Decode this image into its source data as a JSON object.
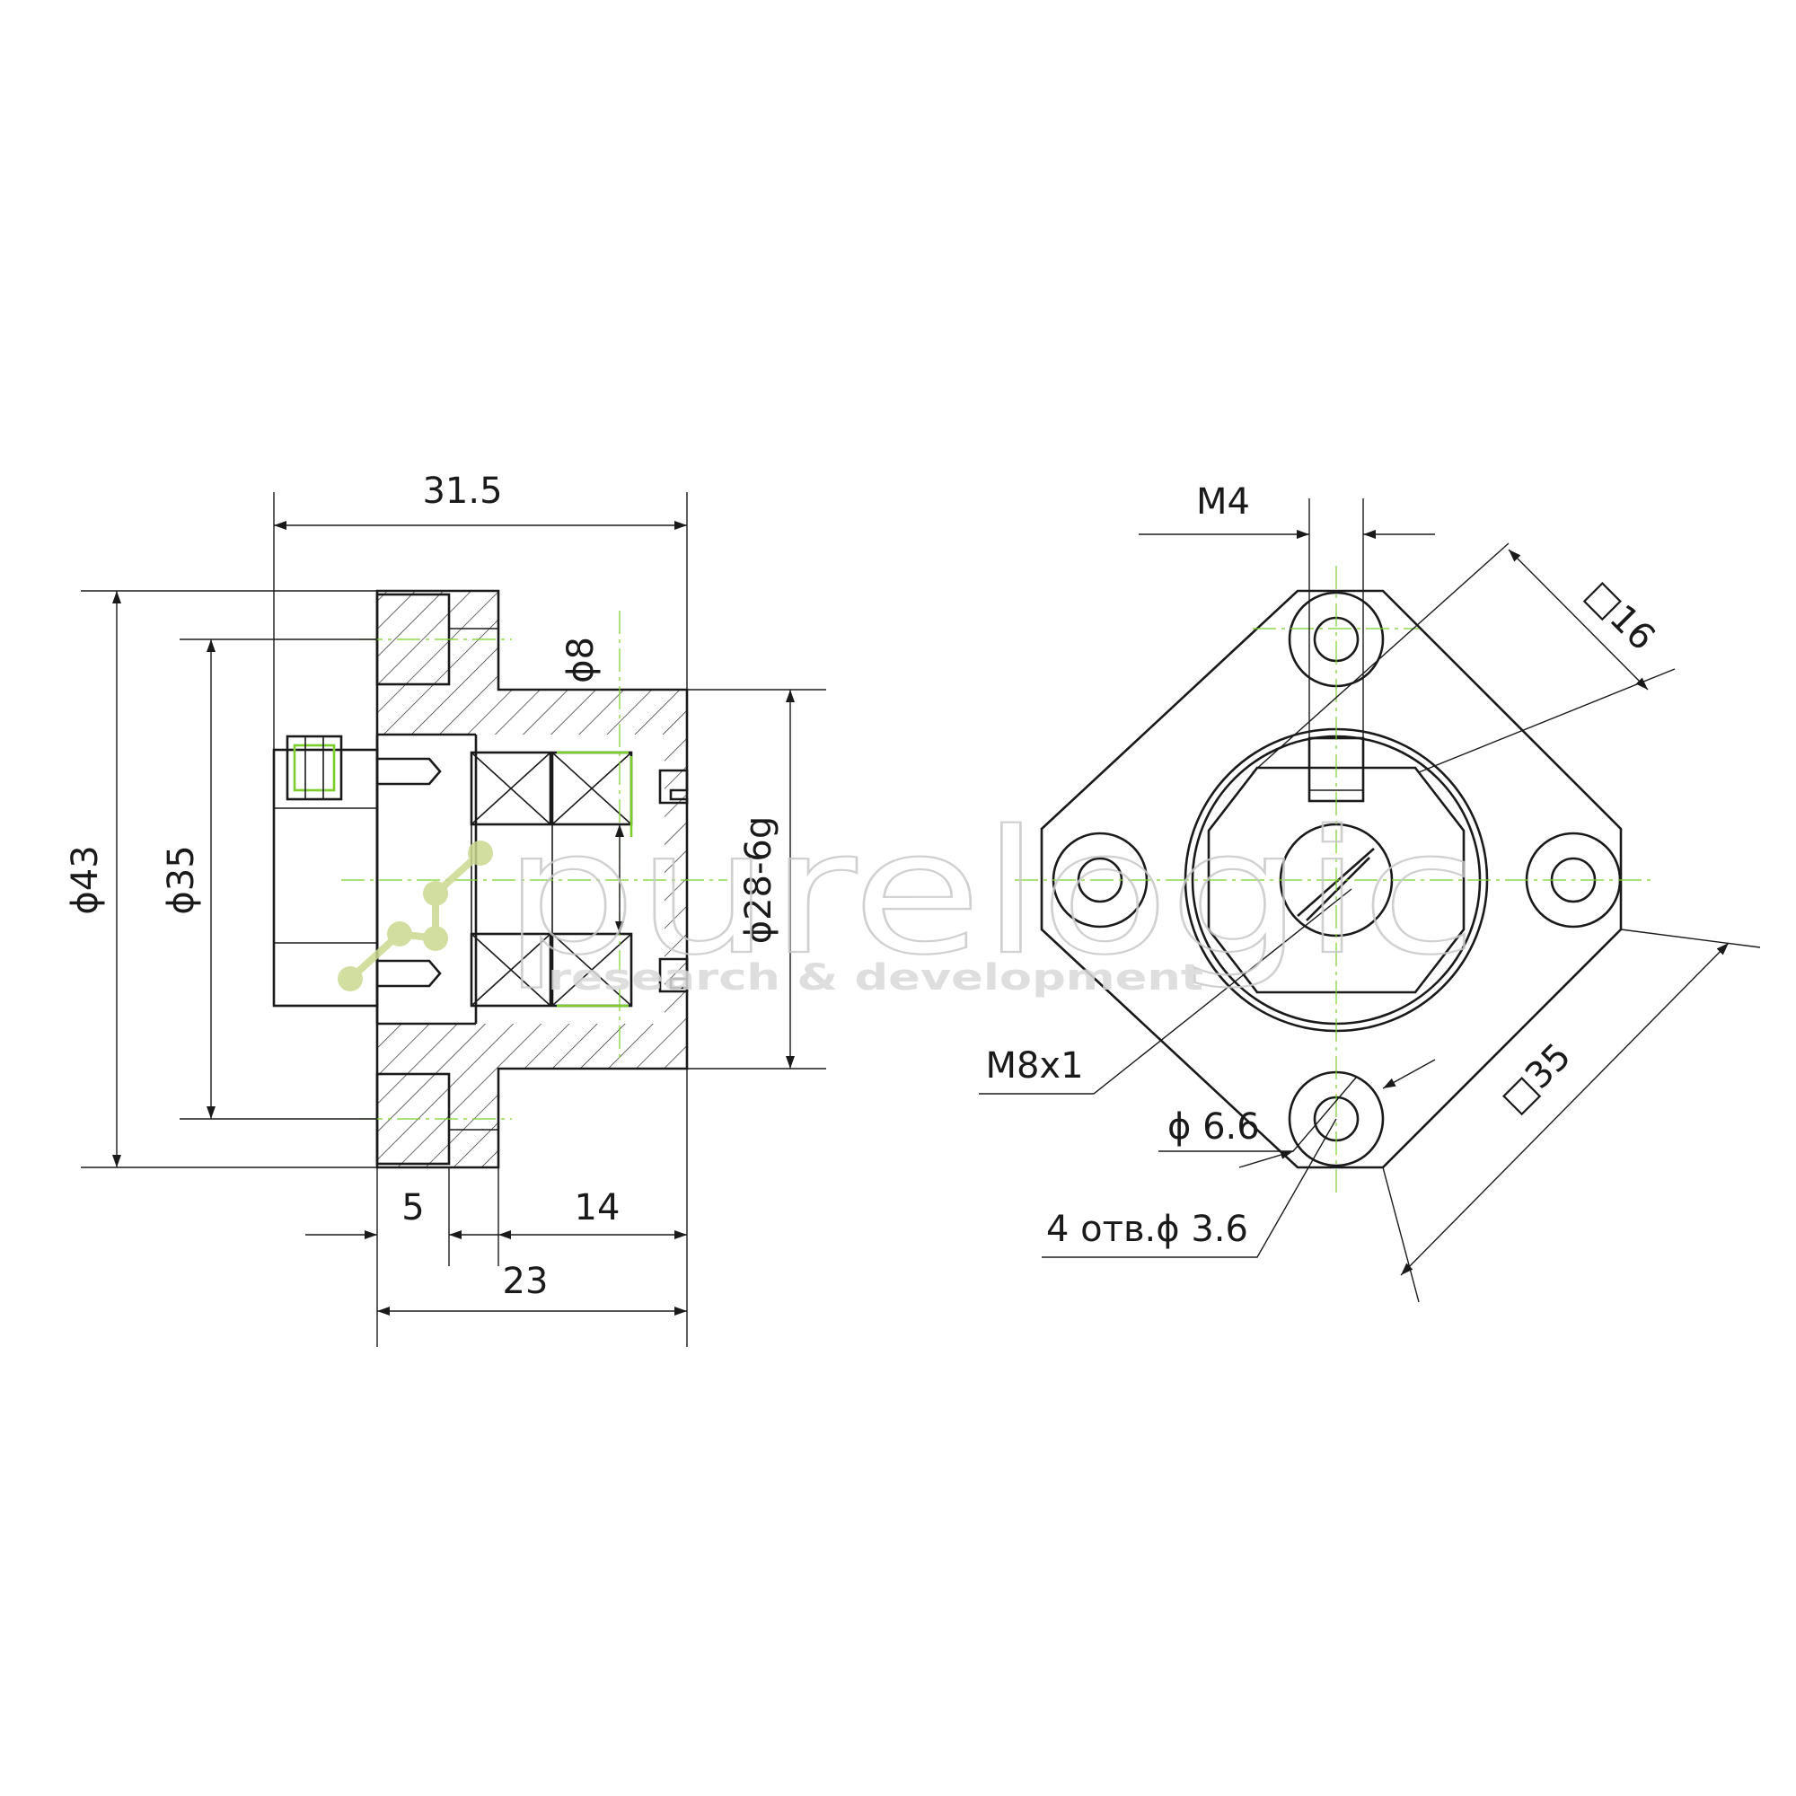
{
  "side_view": {
    "dim_overall_length": "31.5",
    "dim_outer_diameter": "ϕ43",
    "dim_bolt_circle": "ϕ35",
    "dim_bore": "ϕ8",
    "dim_pilot_diameter": "ϕ28-6g",
    "dim_flange_thickness": "5",
    "dim_pilot_length": "14",
    "dim_body_length": "23"
  },
  "front_view": {
    "dim_setscrew": "M4",
    "dim_hex": "□16",
    "dim_square": "□35",
    "dim_thread": "M8x1",
    "dim_counterbore": "ϕ 6.6",
    "dim_holes": "4  отв.ϕ 3.6"
  },
  "watermark": {
    "brand": "purelogic",
    "tagline": "research & development"
  },
  "colors": {
    "line": "#1a1a1a",
    "center_line": "#7ccf2a",
    "watermark": "#c8c8c8"
  }
}
